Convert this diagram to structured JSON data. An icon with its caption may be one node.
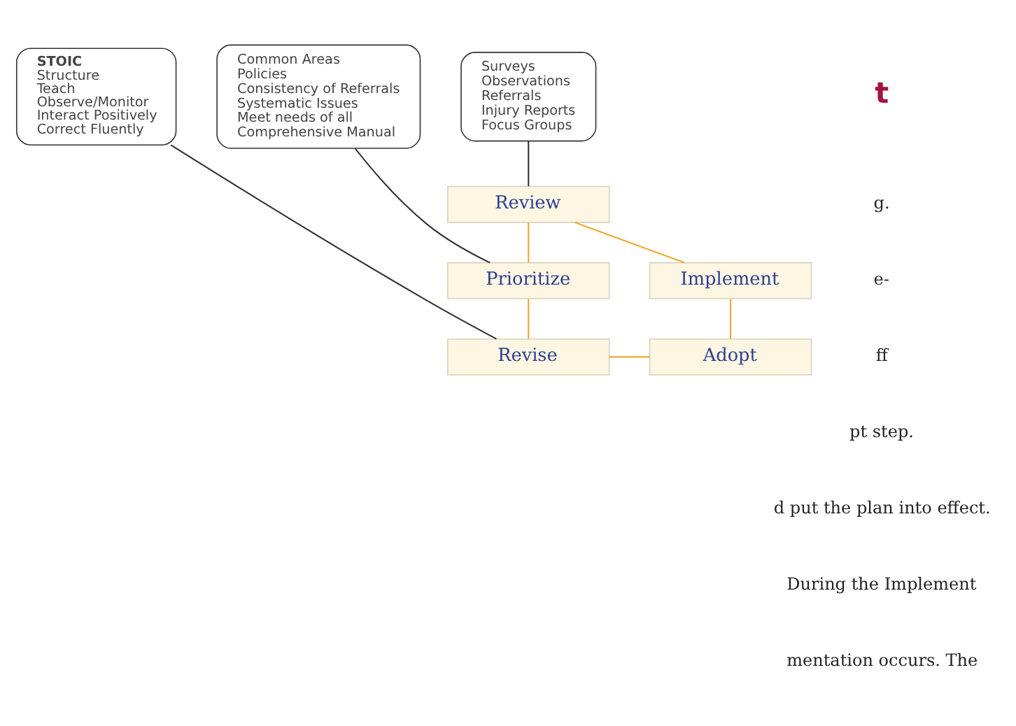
{
  "diagram": {
    "nodes": [
      {
        "text": [
          "Review"
        ]
      },
      {
        "text": [
          "Implement"
        ]
      },
      {
        "text": [
          "Prioritize"
        ]
      },
      {
        "text": [
          "Adopt"
        ]
      },
      {
        "text": [
          "Revise"
        ]
      },
      {
        "text": [
          "Surveys",
          "Observations",
          "Referrals",
          "Injury Reports",
          "Focus Groups"
        ]
      },
      {
        "text": [
          "STOIC",
          "Structure",
          "Teach",
          "Observe/Monitor",
          "Interact Positively",
          "Correct Fluently"
        ]
      },
      {
        "text": [
          "Common Areas",
          "Policies",
          "Consistency of Referrals",
          "Systematic Issues",
          "Meet needs of all",
          "Comprehensive Manual"
        ]
      }
    ],
    "edges": [
      {
        "from": 0,
        "to": 2,
        "arrow": "none",
        "color": "#f0a830"
      },
      {
        "from": 2,
        "to": 4,
        "arrow": "none",
        "color": "#f0a830"
      },
      {
        "from": 4,
        "to": 3,
        "arrow": "none",
        "color": "#f0a830"
      },
      {
        "from": 3,
        "to": 1,
        "arrow": "none",
        "color": "#f0a830"
      },
      {
        "from": 1,
        "to": 0,
        "arrow": "none",
        "color": "#f0a830"
      },
      {
        "from": 5,
        "to": 0,
        "arrow": "none",
        "color": "#333333"
      },
      {
        "from": 6,
        "to": 4,
        "arrow": "none",
        "color": "#333333"
      },
      {
        "from": 7,
        "to": 2,
        "arrow": "none",
        "color": "#333333"
      }
    ],
    "labels": [
      "t",
      "g.",
      "e-",
      "ff",
      "pt step.",
      "d put the plan into effect.",
      "During the Implement",
      "mentation occurs. The"
    ]
  }
}
